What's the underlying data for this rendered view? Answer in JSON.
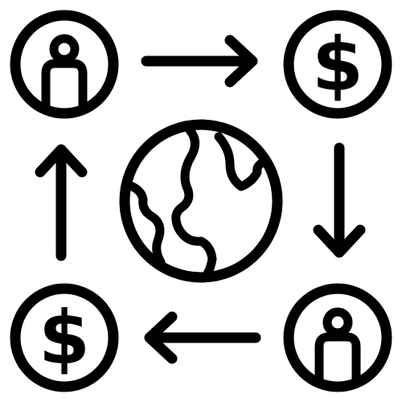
{
  "icon": {
    "name": "global-money-transfer-icon",
    "stroke_color": "#000000",
    "background_color": "#ffffff",
    "nodes": [
      {
        "name": "person-top-left",
        "icon": "person-icon"
      },
      {
        "name": "dollar-top-right",
        "icon": "dollar-icon",
        "glyph": "$"
      },
      {
        "name": "person-bottom-right",
        "icon": "person-icon"
      },
      {
        "name": "dollar-bottom-left",
        "icon": "dollar-icon",
        "glyph": "$"
      }
    ],
    "center": {
      "icon": "globe-icon"
    },
    "arrows": [
      {
        "name": "arrow-right-top",
        "direction": "right"
      },
      {
        "name": "arrow-down-right",
        "direction": "down"
      },
      {
        "name": "arrow-left-bottom",
        "direction": "left"
      },
      {
        "name": "arrow-up-left",
        "direction": "up"
      }
    ]
  }
}
